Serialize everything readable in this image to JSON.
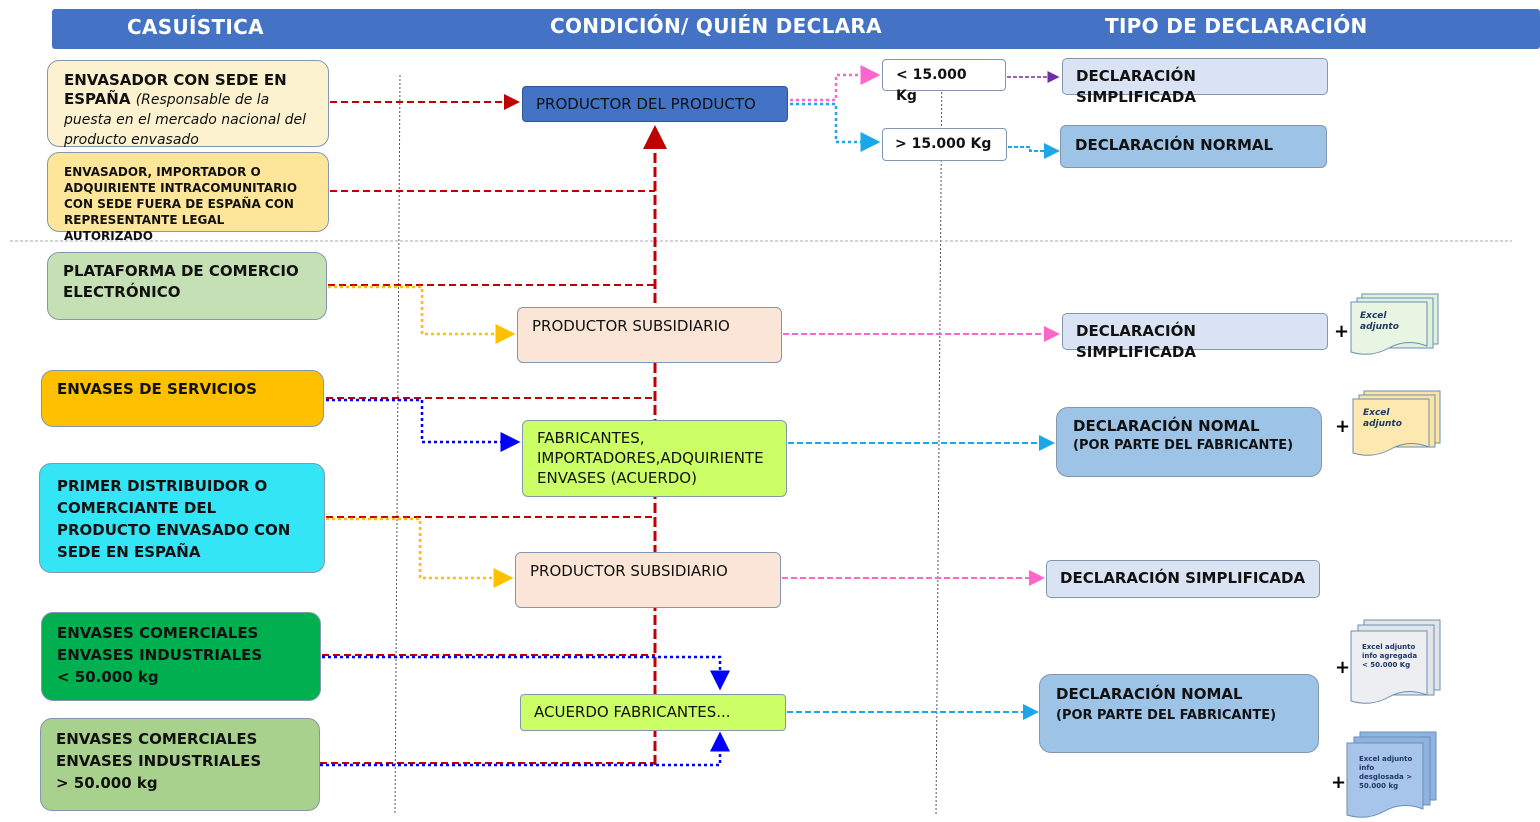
{
  "header": {
    "casuistica": "CASUÍSTICA",
    "condicion": "CONDICIÓN/ QUIÉN DECLARA",
    "tipo": "TIPO DE DECLARACIÓN"
  },
  "casuistica": {
    "envasador_espana_bold": "ENVASADOR CON SEDE EN ESPAÑA",
    "envasador_espana_note": "(Responsable de la puesta en el mercado nacional del producto envasado",
    "envasador_fuera": "ENVASADOR, IMPORTADOR O ADQUIRIENTE INTRACOMUNITARIO CON SEDE FUERA DE ESPAÑA CON REPRESENTANTE LEGAL AUTORIZADO",
    "plataforma": "PLATAFORMA DE COMERCIO ELECTRÓNICO",
    "servicios": "ENVASES DE SERVICIOS",
    "primer_distribuidor": "PRIMER DISTRIBUIDOR O COMERCIANTE DEL PRODUCTO ENVASADO CON SEDE EN ESPAÑA",
    "comerciales_menor_1": "ENVASES COMERCIALES",
    "comerciales_menor_2": "ENVASES  INDUSTRIALES",
    "comerciales_menor_3": "< 50.000 kg",
    "comerciales_mayor_1": "ENVASES COMERCIALES",
    "comerciales_mayor_2": "ENVASES  INDUSTRIALES",
    "comerciales_mayor_3": "> 50.000 kg"
  },
  "condicion": {
    "productor_producto": "PRODUCTOR DEL PRODUCTO",
    "productor_subsidiario_1": "PRODUCTOR SUBSIDIARIO",
    "fabricantes": "FABRICANTES, IMPORTADORES,ADQUIRIENTE ENVASES (ACUERDO)",
    "productor_subsidiario_2": "PRODUCTOR SUBSIDIARIO",
    "acuerdo": "ACUERDO FABRICANTES...",
    "menos_15000": "< 15.000 Kg",
    "mas_15000": "> 15.000 Kg"
  },
  "tipo": {
    "simplificada_1": "DECLARACIÓN SIMPLIFICADA",
    "normal_1": "DECLARACIÓN NORMAL",
    "simplificada_2": "DECLARACIÓN SIMPLIFICADA",
    "nomal_fab_1": "DECLARACIÓN NOMAL",
    "nomal_fab_2": "(POR PARTE DEL FABRICANTE)",
    "simplificada_3": "DECLARACIÓN SIMPLIFICADA",
    "normal_fab_1": "DECLARACIÓN NOMAL",
    "normal_fab_2": "(POR PARTE DEL FABRICANTE)"
  },
  "attachments": {
    "plus": "+",
    "excel_1": "Excel adjunto",
    "excel_2": "Excel adjunto",
    "excel_3": "Excel adjunto info agregada < 50.000 Kg",
    "excel_4": "Excel adjunto info desglosada > 50.000 kg"
  },
  "colors": {
    "header": "#4472c4",
    "dark_red": "#c00000",
    "magenta_dotted": "#ff66cc",
    "cyan_dotted": "#1ca7e8",
    "orange_dotted": "#ffc000",
    "blue_dotted": "#0000ff"
  }
}
